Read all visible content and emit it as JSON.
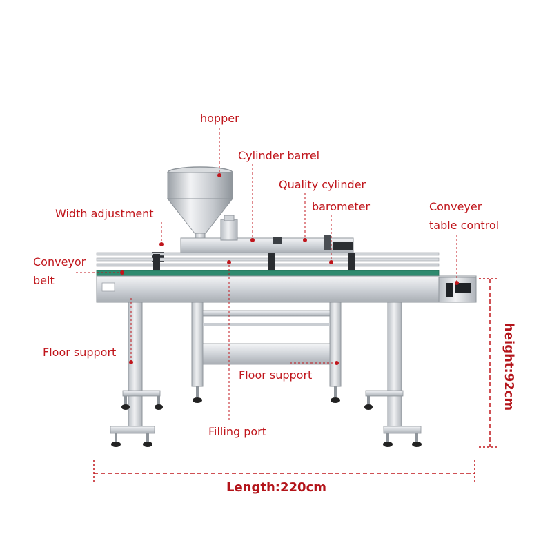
{
  "labels": {
    "hopper": "hopper",
    "cylinder_barrel": "Cylinder barrel",
    "quality_cylinder": "Quality cylinder",
    "barometer": "barometer",
    "width_adjustment": "Width adjustment",
    "conveyer_table_control_1": "Conveyer",
    "conveyer_table_control_2": "table control",
    "conveyor_belt_1": "Conveyor",
    "conveyor_belt_2": "belt",
    "floor_support_left": "Floor support",
    "floor_support_center": "Floor support",
    "filling_port": "Filling port"
  },
  "dimensions": {
    "length": "Length:220cm",
    "height": "height:92cm"
  },
  "colors": {
    "label_red": "#c0161c",
    "steel_light": "#e4e6e9",
    "steel_mid": "#c3c7cc",
    "steel_dark": "#8d9298",
    "belt_green": "#2e8a6f",
    "foot_black": "#222222"
  }
}
